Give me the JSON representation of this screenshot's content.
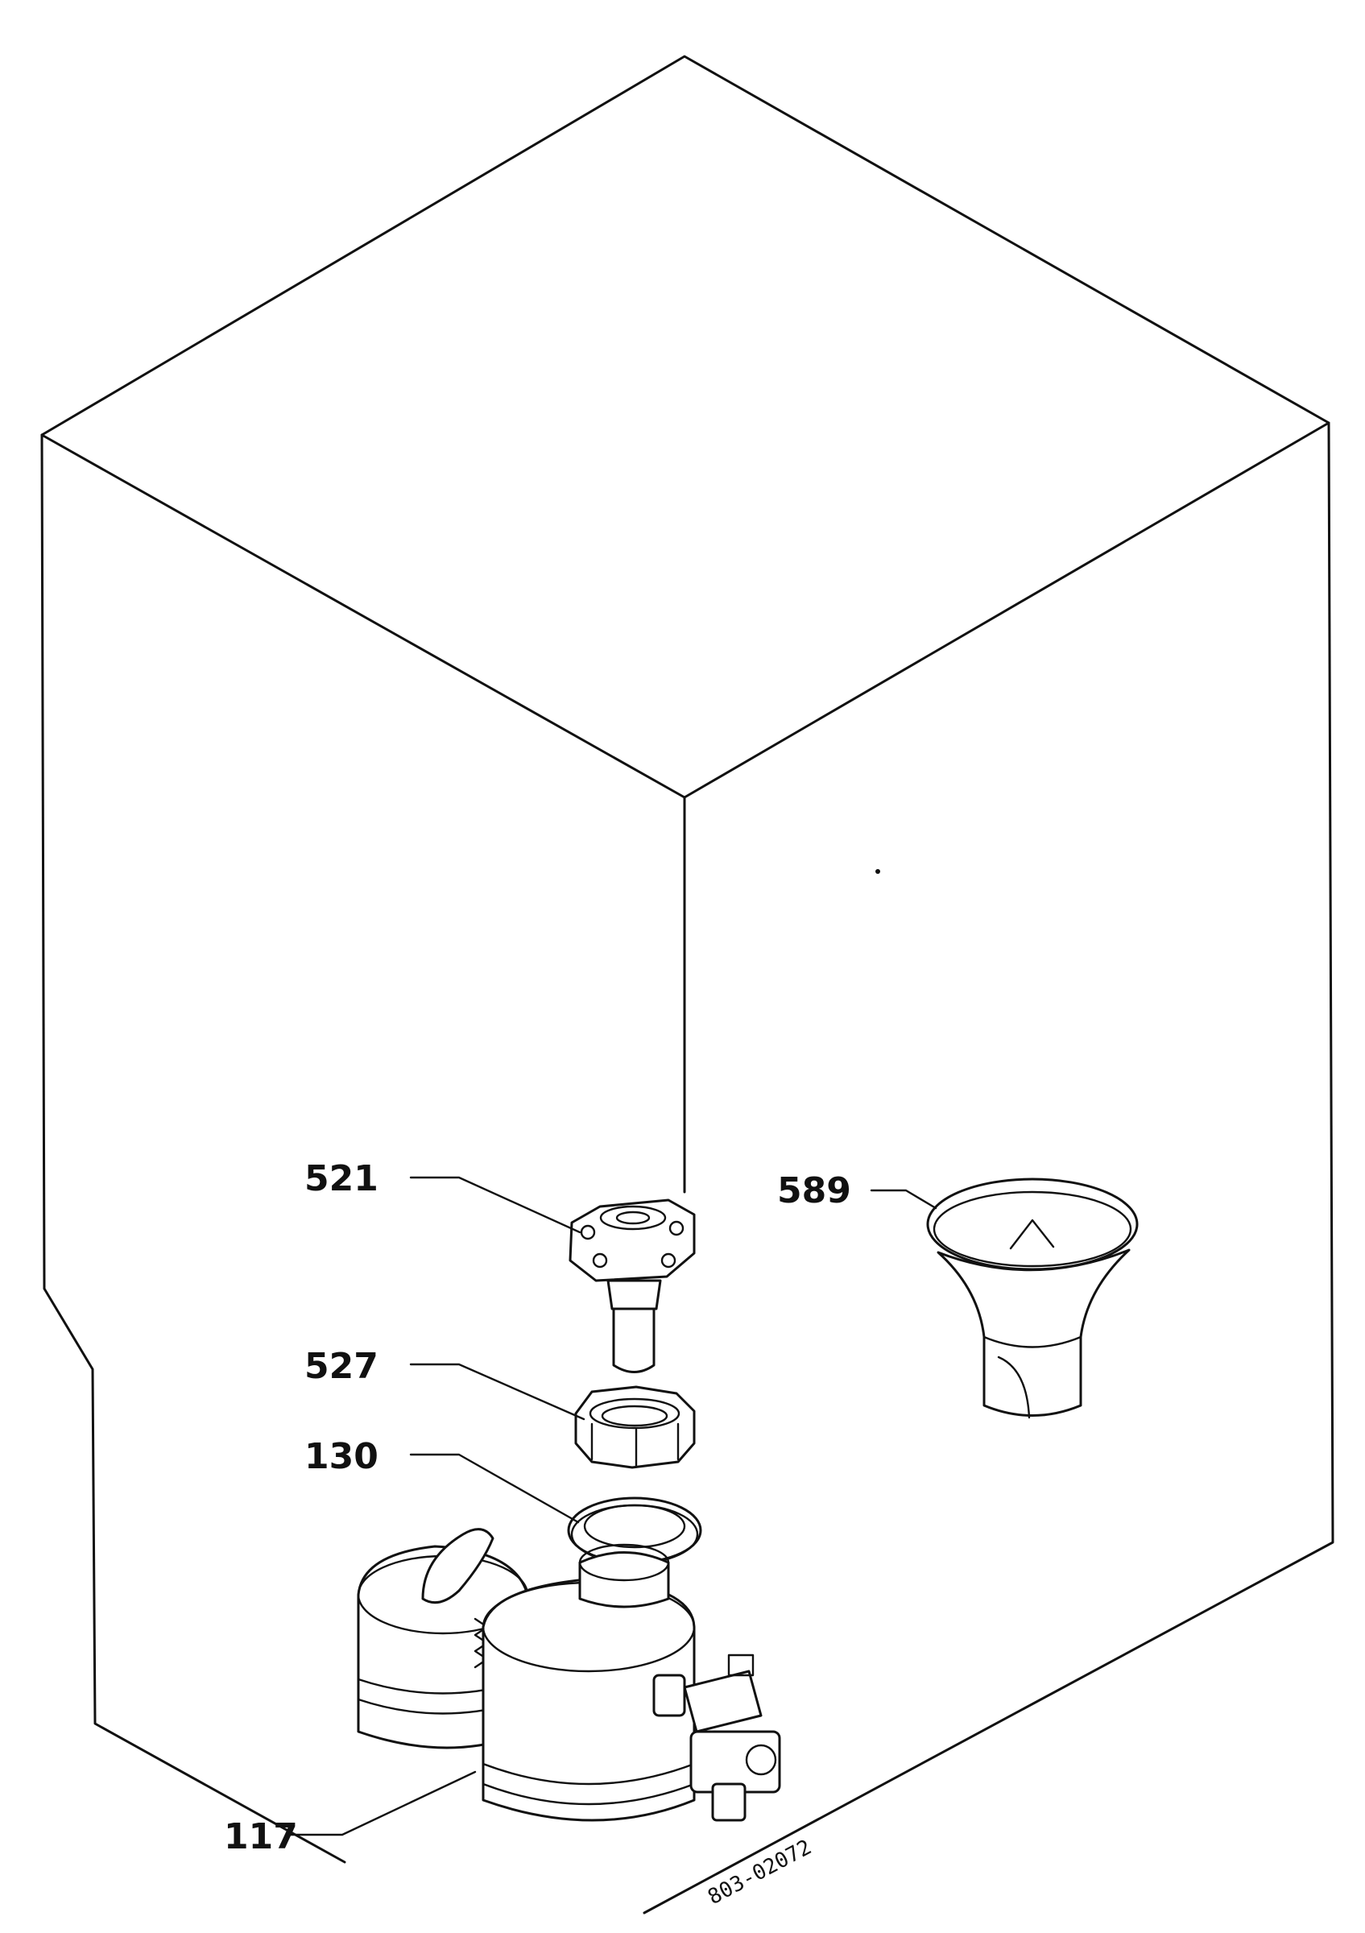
{
  "diagram": {
    "drawing_code": "803-02072",
    "callouts": [
      {
        "id": "p521",
        "label": "521"
      },
      {
        "id": "p589",
        "label": "589"
      },
      {
        "id": "p527",
        "label": "527"
      },
      {
        "id": "p130",
        "label": "130"
      },
      {
        "id": "p117",
        "label": "117"
      }
    ]
  }
}
